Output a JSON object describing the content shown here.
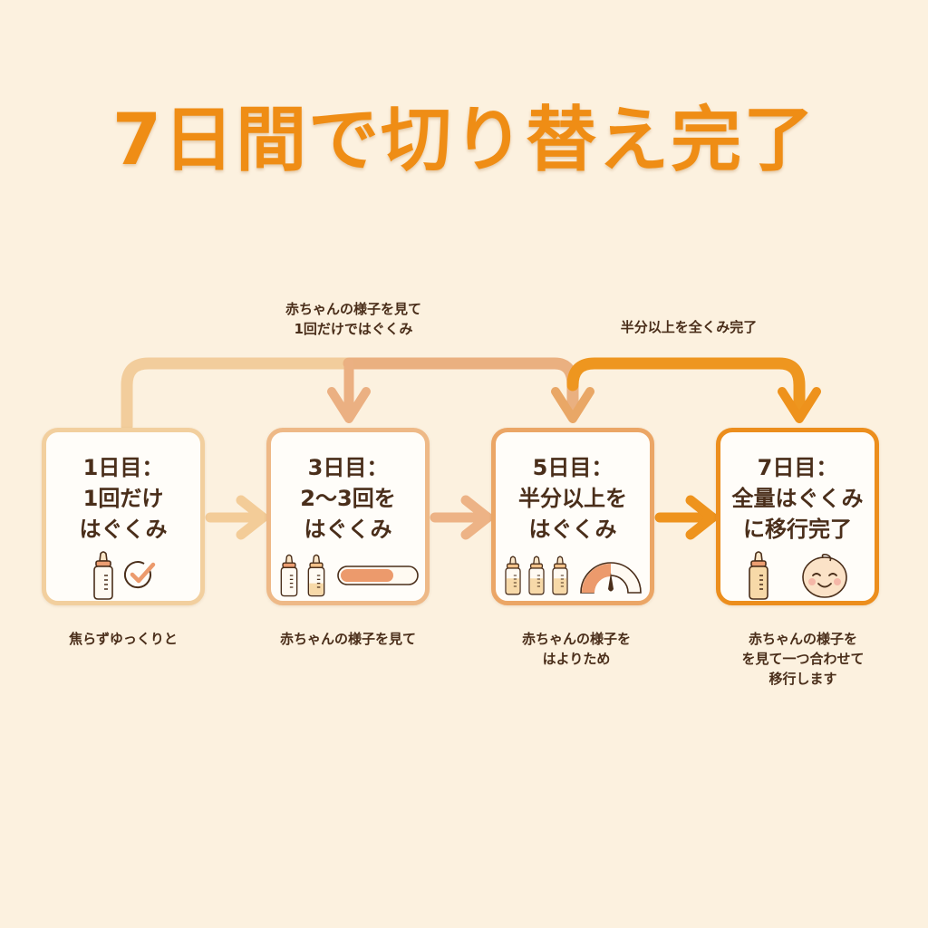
{
  "title": "7日間で切り替え完了",
  "notes": {
    "top_left": "赤ちゃんの様子を見て\n1回だけではぐくみ",
    "top_right": "半分以上を全くみ完了"
  },
  "colors": {
    "background": "#fcf1df",
    "title": "#ef8d15",
    "text": "#4a2e1a",
    "step1_border": "#f2cf9e",
    "step2_border": "#eeb987",
    "step3_border": "#eba666",
    "step4_border": "#ec8e1d",
    "accent_fill": "#ec9e72"
  },
  "steps": [
    {
      "heading": "1日目：\n1回だけ\nはぐくみ",
      "icons": [
        "baby-bottle-icon",
        "check-circle-icon"
      ],
      "caption": "焦らずゆっくりと"
    },
    {
      "heading": "3日目：\n2〜3回を\nはぐくみ",
      "icons": [
        "baby-bottle-icon",
        "baby-bottle-half-icon",
        "progress-bar-icon"
      ],
      "caption": "赤ちゃんの様子を見て"
    },
    {
      "heading": "5日目：\n半分以上を\nはぐくみ",
      "icons": [
        "baby-bottle-half-icon",
        "baby-bottle-half-icon",
        "baby-bottle-half-icon",
        "gauge-icon"
      ],
      "caption": "赤ちゃんの様子を\nはよりため"
    },
    {
      "heading": "7日目：\n全量はぐくみ\nに移行完了",
      "icons": [
        "baby-bottle-full-icon",
        "baby-face-icon"
      ],
      "caption": "赤ちゃんの様子を\nを見て一つ合わせて\n移行します"
    }
  ]
}
